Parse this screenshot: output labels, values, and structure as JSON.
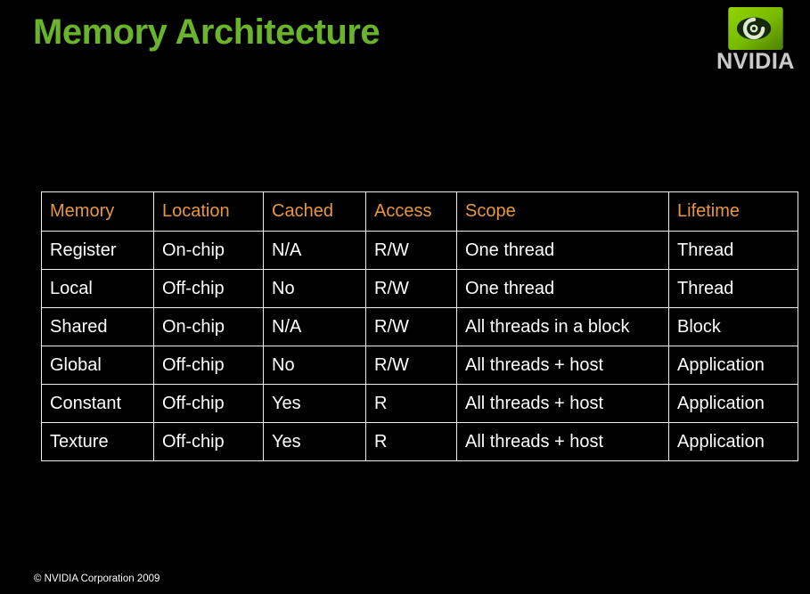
{
  "slide": {
    "title": "Memory Architecture",
    "footer": "© NVIDIA Corporation 2009"
  },
  "logo": {
    "wordmark": "NVIDIA"
  },
  "colors": {
    "background": "#000000",
    "title_green": "#6ab32d",
    "header_orange": "#e8973f",
    "table_border": "#efefef",
    "body_text": "#ffffff",
    "nvidia_green": "#76b900"
  },
  "table": {
    "columns": [
      "Memory",
      "Location",
      "Cached",
      "Access",
      "Scope",
      "Lifetime"
    ],
    "rows": [
      [
        "Register",
        "On-chip",
        "N/A",
        "R/W",
        "One thread",
        "Thread"
      ],
      [
        "Local",
        "Off-chip",
        "No",
        "R/W",
        "One thread",
        "Thread"
      ],
      [
        "Shared",
        "On-chip",
        "N/A",
        "R/W",
        "All threads in a block",
        "Block"
      ],
      [
        "Global",
        "Off-chip",
        "No",
        "R/W",
        "All threads + host",
        "Application"
      ],
      [
        "Constant",
        "Off-chip",
        "Yes",
        "R",
        "All threads + host",
        "Application"
      ],
      [
        "Texture",
        "Off-chip",
        "Yes",
        "R",
        "All threads + host",
        "Application"
      ]
    ]
  }
}
